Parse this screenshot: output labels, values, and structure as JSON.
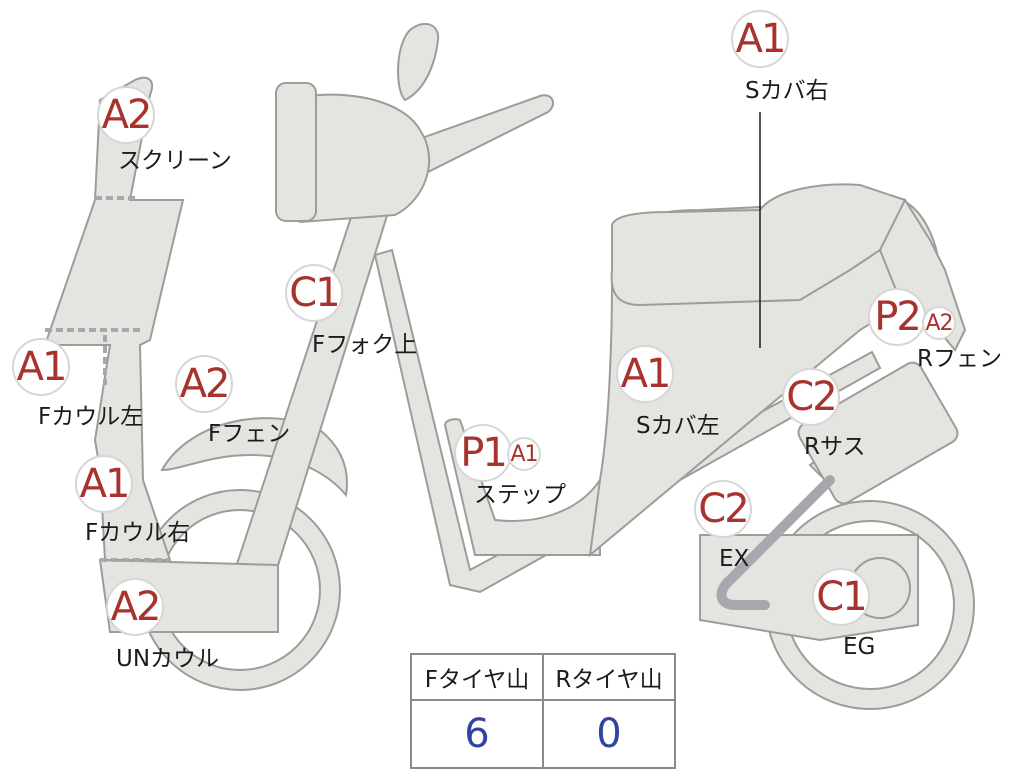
{
  "colors": {
    "part_fill": "#e4e4e0",
    "part_outline": "#9c9c98",
    "rank_text": "#a8332e",
    "value_text": "#2f45a0"
  },
  "parts": [
    {
      "id": "screen",
      "rank": "A2",
      "label": "スクリーン"
    },
    {
      "id": "s-cover-right",
      "rank": "A1",
      "label": "Sカバ右"
    },
    {
      "id": "f-fork-upper",
      "rank": "C1",
      "label": "Fフォク上"
    },
    {
      "id": "r-fender",
      "rank": "P2",
      "sub_rank": "A2",
      "label": "Rフェン"
    },
    {
      "id": "f-cowl-left",
      "rank": "A1",
      "label": "Fカウル左"
    },
    {
      "id": "f-fender",
      "rank": "A2",
      "label": "Fフェン"
    },
    {
      "id": "s-cover-left",
      "rank": "A1",
      "label": "Sカバ左"
    },
    {
      "id": "r-suspension",
      "rank": "C2",
      "label": "Rサス"
    },
    {
      "id": "step",
      "rank": "P1",
      "sub_rank": "A1",
      "label": "ステップ"
    },
    {
      "id": "f-cowl-right",
      "rank": "A1",
      "label": "Fカウル右"
    },
    {
      "id": "exhaust",
      "rank": "C2",
      "label": "EX"
    },
    {
      "id": "under-cowl",
      "rank": "A2",
      "label": "UNカウル"
    },
    {
      "id": "engine",
      "rank": "C1",
      "label": "EG"
    }
  ],
  "tire_tread": {
    "headers": [
      "Fタイヤ山",
      "Rタイヤ山"
    ],
    "values": [
      "6",
      "0"
    ]
  }
}
